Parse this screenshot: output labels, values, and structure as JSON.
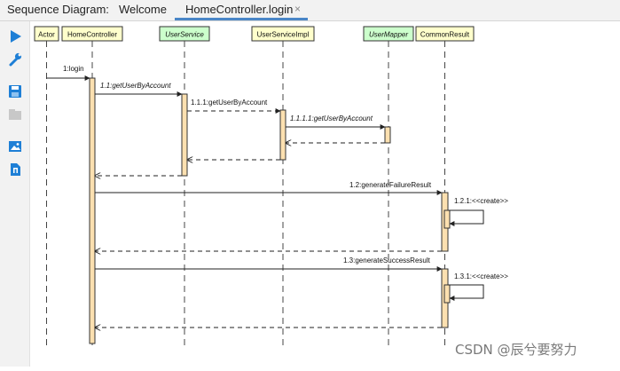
{
  "tabs": {
    "panel_label": "Sequence Diagram:",
    "items": [
      {
        "label": "Welcome",
        "active": false
      },
      {
        "label": "HomeController.login",
        "active": true
      }
    ],
    "close_glyph": "×"
  },
  "toolbar": {
    "icons": [
      "play-icon",
      "wrench-icon",
      "save-icon",
      "folder-icon",
      "image-icon",
      "export-icon"
    ],
    "accent": "#1e7fd6"
  },
  "participants": [
    {
      "label": "Actor",
      "italic": false,
      "fill": "#ffffcc"
    },
    {
      "label": "HomeController",
      "italic": false,
      "fill": "#ffffcc"
    },
    {
      "label": "UserService",
      "italic": true,
      "fill": "#ccffcc"
    },
    {
      "label": "UserServiceImpl",
      "italic": false,
      "fill": "#ffffcc"
    },
    {
      "label": "UserMapper",
      "italic": true,
      "fill": "#ccffcc"
    },
    {
      "label": "CommonResult",
      "italic": false,
      "fill": "#ffffcc"
    }
  ],
  "messages": [
    {
      "label": "1:login",
      "italic": false
    },
    {
      "label": "1.1:getUserByAccount",
      "italic": true
    },
    {
      "label": "1.1.1:getUserByAccount",
      "italic": false
    },
    {
      "label": "1.1.1.1:getUserByAccount",
      "italic": true
    },
    {
      "label": "1.2:generateFailureResult",
      "italic": false
    },
    {
      "label": "1.2.1:<<create>>",
      "italic": false
    },
    {
      "label": "1.3:generateSuccessResult",
      "italic": false
    },
    {
      "label": "1.3.1:<<create>>",
      "italic": false
    }
  ],
  "colors": {
    "activation": "#fce0b0",
    "tab_accent": "#4a86c7"
  },
  "watermark": "CSDN @辰兮要努力"
}
